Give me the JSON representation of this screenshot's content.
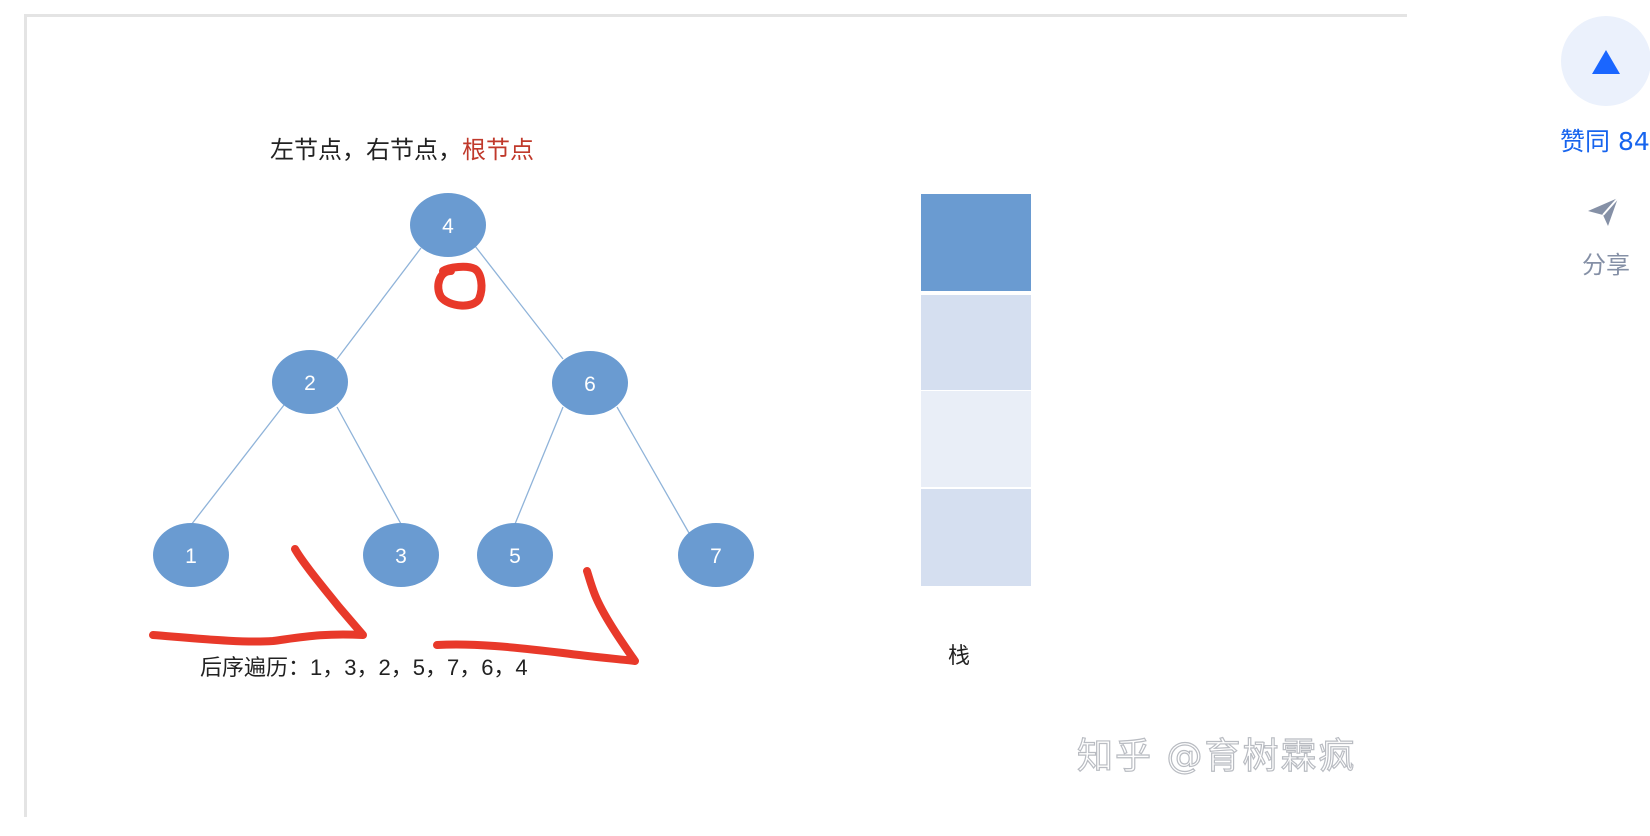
{
  "figure": {
    "heading": {
      "part1": "左节点，右节点，",
      "part2": "根节点",
      "accent_color": "#c0392b"
    },
    "tree": {
      "node_color": "#6a9bd1",
      "nodes": [
        {
          "id": "n4",
          "label": "4"
        },
        {
          "id": "n2",
          "label": "2"
        },
        {
          "id": "n6",
          "label": "6"
        },
        {
          "id": "n1",
          "label": "1"
        },
        {
          "id": "n3",
          "label": "3"
        },
        {
          "id": "n5",
          "label": "5"
        },
        {
          "id": "n7",
          "label": "7"
        }
      ],
      "edges": [
        [
          "n4",
          "n2"
        ],
        [
          "n4",
          "n6"
        ],
        [
          "n2",
          "n1"
        ],
        [
          "n2",
          "n3"
        ],
        [
          "n6",
          "n5"
        ],
        [
          "n6",
          "n7"
        ]
      ]
    },
    "traversal": {
      "prefix": "后序遍历：",
      "sequence": "1，3，2，5，7，6，4"
    },
    "stack": {
      "label": "栈",
      "cell_colors": [
        "#6a9bd1",
        "#d5dff0",
        "#e9eef7",
        "#d5dff0"
      ]
    },
    "annotation_color": "#e8392a",
    "watermark": "知乎 @育树霖疯"
  },
  "actions": {
    "upvote": {
      "label": "赞同 84",
      "color": "#1764ee",
      "bg": "#ebf1fc",
      "icon": "triangle-up-icon"
    },
    "share": {
      "label": "分享",
      "icon": "paper-plane-icon",
      "color": "#8590a6"
    }
  }
}
